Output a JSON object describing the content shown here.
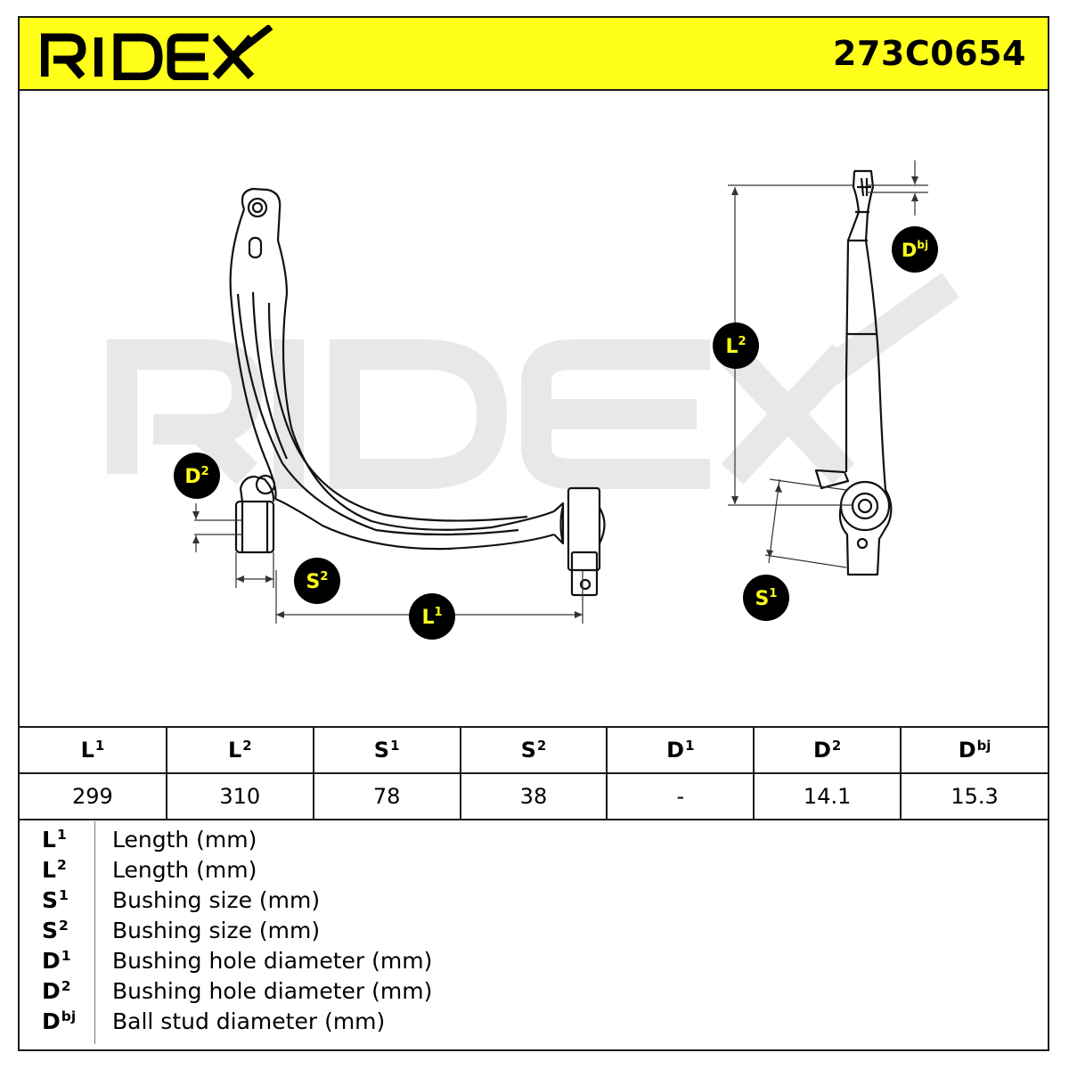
{
  "header": {
    "brand": "RIDEX",
    "part_number": "273C0654",
    "colors": {
      "header_bg": "#ffff1a",
      "line": "#1a1a1a",
      "watermark": "#e8e8e8",
      "badge_bg": "#000000",
      "badge_text": "#ffff1a"
    }
  },
  "drawing": {
    "watermark": "RIDEX",
    "badges": {
      "d2": {
        "base": "D",
        "sup": "2"
      },
      "s2": {
        "base": "S",
        "sup": "2"
      },
      "l1": {
        "base": "L",
        "sup": "1"
      },
      "l2": {
        "base": "L",
        "sup": "2"
      },
      "s1": {
        "base": "S",
        "sup": "1"
      },
      "dbj": {
        "base": "D",
        "sup": "bj"
      }
    }
  },
  "table": {
    "headers": [
      {
        "base": "L",
        "sup": "1"
      },
      {
        "base": "L",
        "sup": "2"
      },
      {
        "base": "S",
        "sup": "1"
      },
      {
        "base": "S",
        "sup": "2"
      },
      {
        "base": "D",
        "sup": "1"
      },
      {
        "base": "D",
        "sup": "2"
      },
      {
        "base": "D",
        "sup": "bj"
      }
    ],
    "values": [
      "299",
      "310",
      "78",
      "38",
      "-",
      "14.1",
      "15.3"
    ]
  },
  "legend": [
    {
      "base": "L",
      "sup": "1",
      "desc": "Length (mm)"
    },
    {
      "base": "L",
      "sup": "2",
      "desc": "Length (mm)"
    },
    {
      "base": "S",
      "sup": "1",
      "desc": "Bushing size (mm)"
    },
    {
      "base": "S",
      "sup": "2",
      "desc": "Bushing size (mm)"
    },
    {
      "base": "D",
      "sup": "1",
      "desc": "Bushing hole diameter (mm)"
    },
    {
      "base": "D",
      "sup": "2",
      "desc": "Bushing hole diameter (mm)"
    },
    {
      "base": "D",
      "sup": "bj",
      "desc": "Ball stud diameter (mm)"
    }
  ]
}
